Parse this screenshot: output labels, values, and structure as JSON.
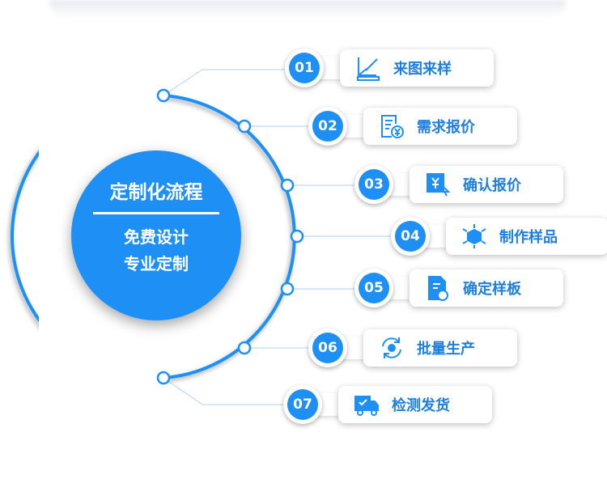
{
  "center": {
    "title": "定制化流程",
    "line1": "免费设计",
    "line2": "专业定制"
  },
  "steps": [
    {
      "num": "01",
      "label": "来图来样",
      "icon": "drawing-ruler-icon"
    },
    {
      "num": "02",
      "label": "需求报价",
      "icon": "document-yen-icon"
    },
    {
      "num": "03",
      "label": "确认报价",
      "icon": "yen-cursor-icon"
    },
    {
      "num": "04",
      "label": "制作样品",
      "icon": "cube-network-icon"
    },
    {
      "num": "05",
      "label": "确定样板",
      "icon": "document-check-icon"
    },
    {
      "num": "06",
      "label": "批量生产",
      "icon": "gear-cycle-icon"
    },
    {
      "num": "07",
      "label": "检测发货",
      "icon": "delivery-truck-icon"
    }
  ],
  "colors": {
    "accent": "#1e90f5",
    "text": "#1e7fe0"
  }
}
